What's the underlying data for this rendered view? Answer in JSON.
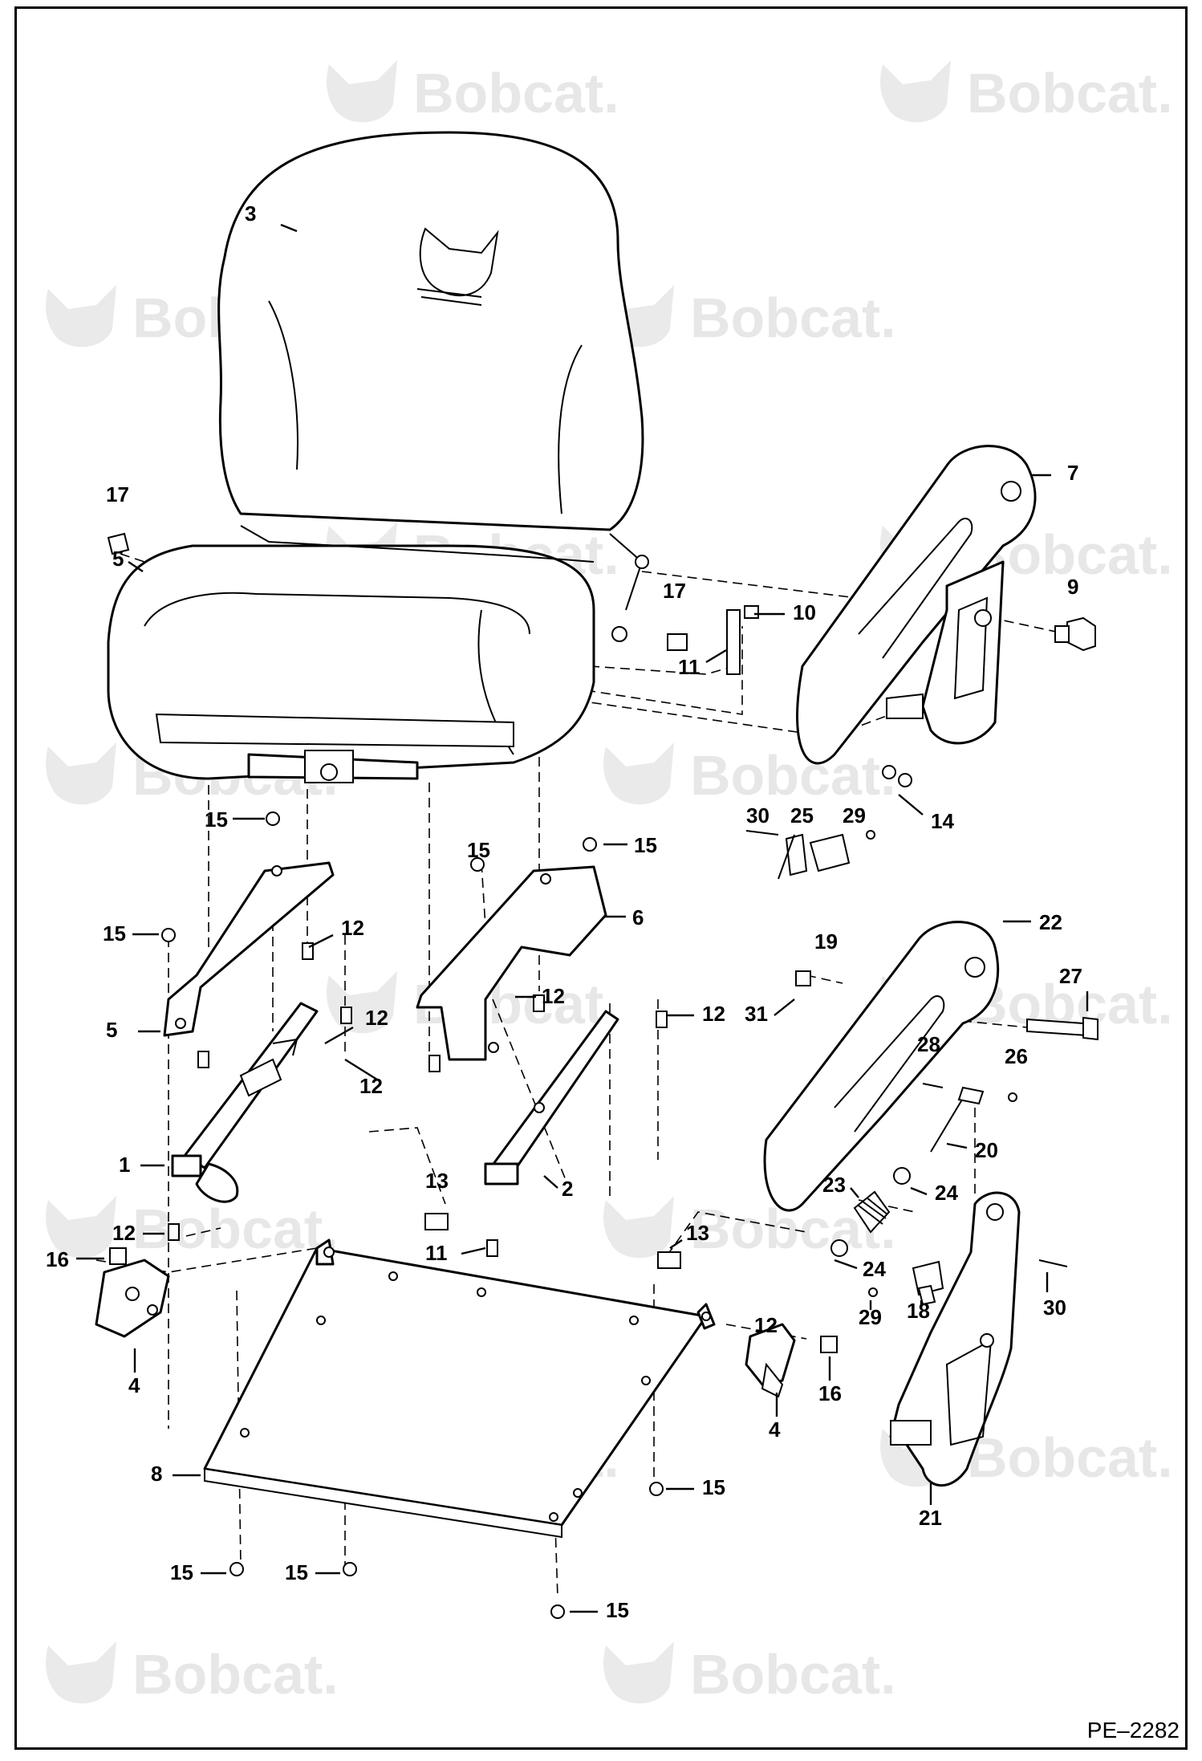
{
  "watermark": {
    "brand": "Bobcat."
  },
  "drawing_ref": "PE–2282",
  "callouts": [
    {
      "id": "c3",
      "label": "3"
    },
    {
      "id": "c7",
      "label": "7"
    },
    {
      "id": "c17a",
      "label": "17"
    },
    {
      "id": "c5a",
      "label": "5"
    },
    {
      "id": "c17b",
      "label": "17"
    },
    {
      "id": "c10",
      "label": "10"
    },
    {
      "id": "c9",
      "label": "9"
    },
    {
      "id": "c11a",
      "label": "11"
    },
    {
      "id": "c14",
      "label": "14"
    },
    {
      "id": "c15a",
      "label": "15"
    },
    {
      "id": "c15b",
      "label": "15"
    },
    {
      "id": "c15c",
      "label": "15"
    },
    {
      "id": "c30a",
      "label": "30"
    },
    {
      "id": "c25",
      "label": "25"
    },
    {
      "id": "c29a",
      "label": "29"
    },
    {
      "id": "c15d",
      "label": "15"
    },
    {
      "id": "c12a",
      "label": "12"
    },
    {
      "id": "c6",
      "label": "6"
    },
    {
      "id": "c22",
      "label": "22"
    },
    {
      "id": "c19",
      "label": "19"
    },
    {
      "id": "c12b",
      "label": "12"
    },
    {
      "id": "c12c",
      "label": "12"
    },
    {
      "id": "c5b",
      "label": "5"
    },
    {
      "id": "c12d",
      "label": "12"
    },
    {
      "id": "c31",
      "label": "31"
    },
    {
      "id": "c27",
      "label": "27"
    },
    {
      "id": "c12e",
      "label": "12"
    },
    {
      "id": "c28",
      "label": "28"
    },
    {
      "id": "c26",
      "label": "26"
    },
    {
      "id": "c20",
      "label": "20"
    },
    {
      "id": "c1",
      "label": "1"
    },
    {
      "id": "c2",
      "label": "2"
    },
    {
      "id": "c23",
      "label": "23"
    },
    {
      "id": "c24a",
      "label": "24"
    },
    {
      "id": "c13a",
      "label": "13"
    },
    {
      "id": "c13b",
      "label": "13"
    },
    {
      "id": "c12f",
      "label": "12"
    },
    {
      "id": "c11b",
      "label": "11"
    },
    {
      "id": "c16a",
      "label": "16"
    },
    {
      "id": "c24b",
      "label": "24"
    },
    {
      "id": "c30b",
      "label": "30"
    },
    {
      "id": "c4a",
      "label": "4"
    },
    {
      "id": "c29b",
      "label": "29"
    },
    {
      "id": "c18",
      "label": "18"
    },
    {
      "id": "c12g",
      "label": "12"
    },
    {
      "id": "c16b",
      "label": "16"
    },
    {
      "id": "c4b",
      "label": "4"
    },
    {
      "id": "c8",
      "label": "8"
    },
    {
      "id": "c15e",
      "label": "15"
    },
    {
      "id": "c21",
      "label": "21"
    },
    {
      "id": "c15f",
      "label": "15"
    },
    {
      "id": "c15g",
      "label": "15"
    },
    {
      "id": "c15h",
      "label": "15"
    }
  ]
}
